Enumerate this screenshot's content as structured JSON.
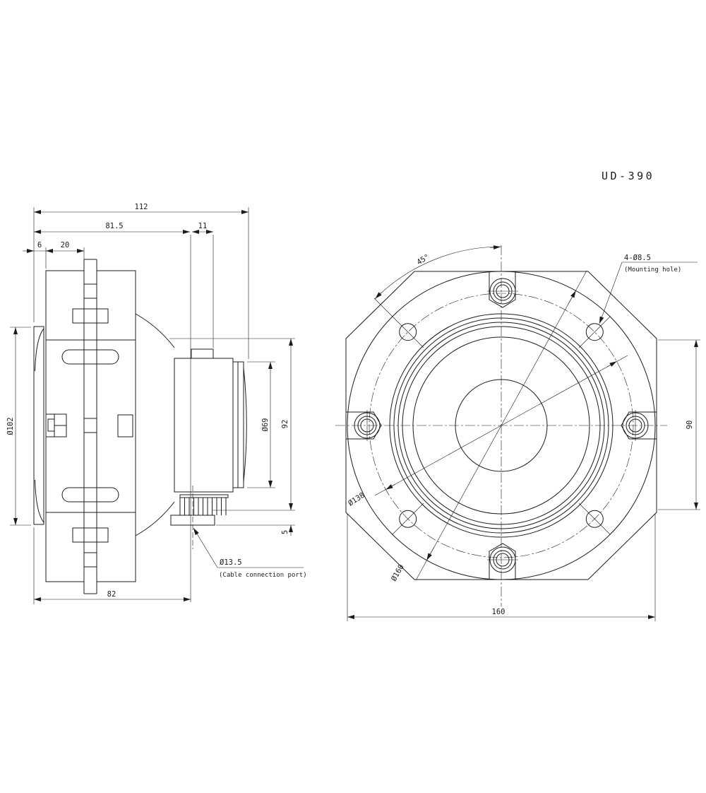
{
  "title": "UD-390",
  "colors": {
    "line": "#1c1c1c",
    "background": "#ffffff"
  },
  "side_view": {
    "dim_overall_length": "112",
    "dim_body_length": "81.5",
    "dim_neck": "11",
    "dim_gasket": "6",
    "dim_front_plate": "20",
    "dim_front_diameter": "Ø102",
    "dim_rear_diameter": "Ø69",
    "dim_body_height": "92",
    "dim_terminal_plate": "5",
    "dim_port_offset": "82",
    "cable_port_diameter": "Ø13.5",
    "cable_port_note": "(Cable connection port)"
  },
  "front_view": {
    "dim_hole_angle": "45°",
    "mounting_hole_size": "4-Ø8.5",
    "mounting_hole_note": "(Mounting hole)",
    "bolt_circle_diameter": "Ø138",
    "boss_diameter": "Ø160",
    "dim_width": "160",
    "dim_flat": "90"
  }
}
